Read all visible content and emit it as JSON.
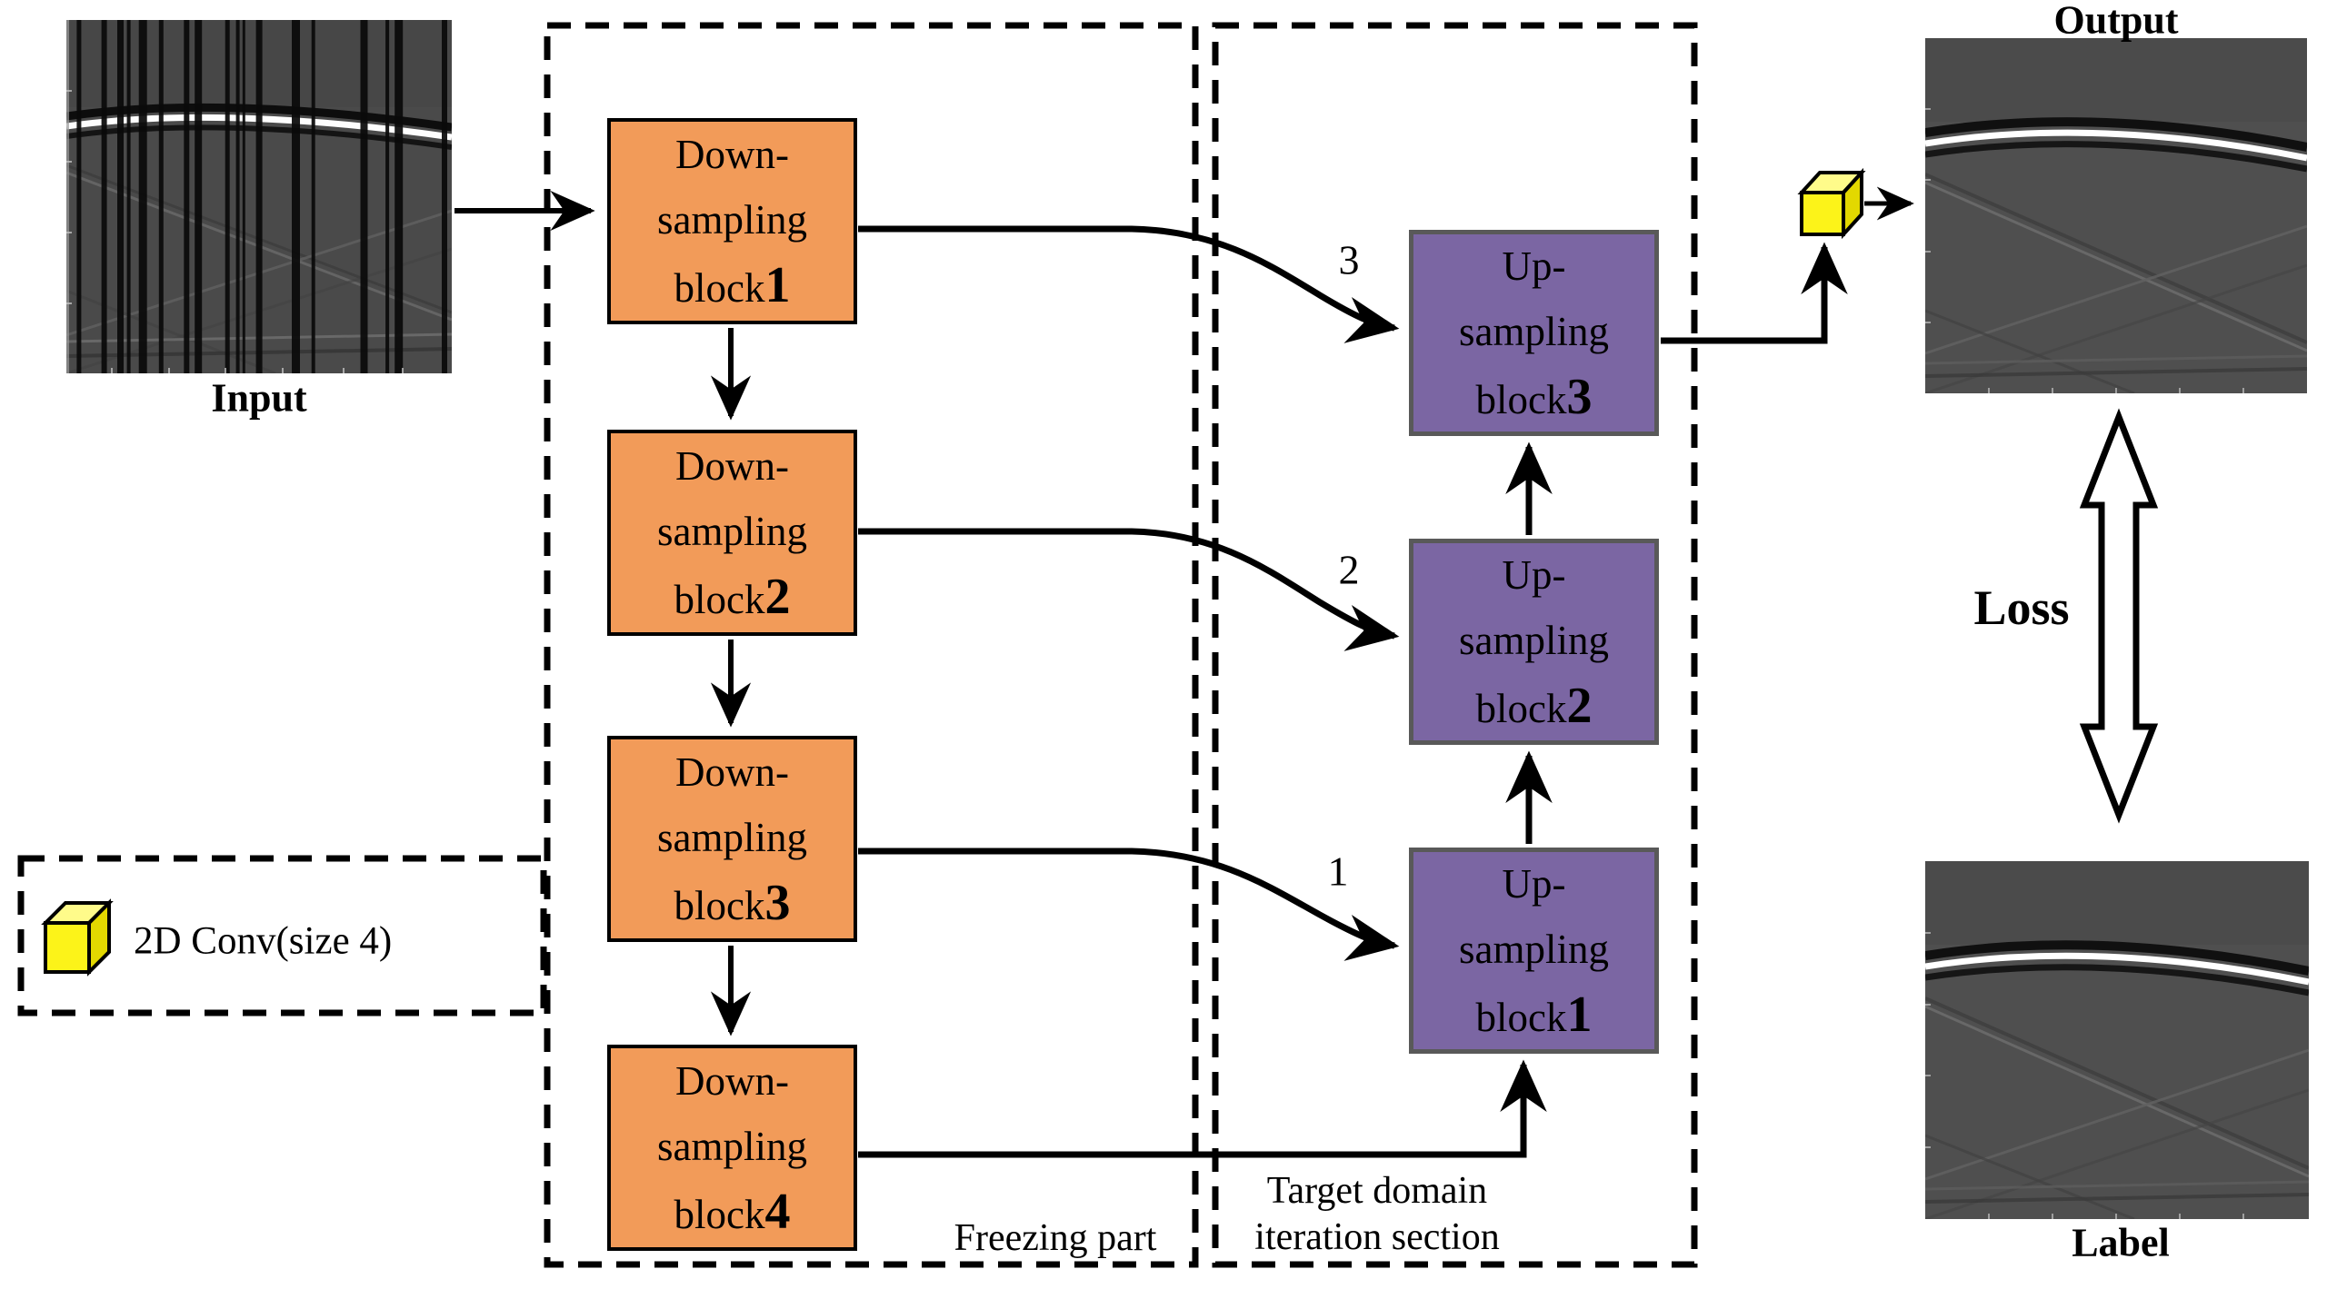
{
  "figure_labels": {
    "input": "Input",
    "output": "Output",
    "label": "Label",
    "loss": "Loss"
  },
  "legend": {
    "conv_label": "2D Conv(size 4)"
  },
  "regions": {
    "freezing": "Freezing part",
    "target_line1": "Target domain",
    "target_line2": "iteration section"
  },
  "down_blocks": {
    "items": [
      {
        "l1": "Down-",
        "l2": "sampling",
        "l3": "block",
        "num": "1"
      },
      {
        "l1": "Down-",
        "l2": "sampling",
        "l3": "block",
        "num": "2"
      },
      {
        "l1": "Down-",
        "l2": "sampling",
        "l3": "block",
        "num": "3"
      },
      {
        "l1": "Down-",
        "l2": "sampling",
        "l3": "block",
        "num": "4"
      }
    ]
  },
  "up_blocks": {
    "items": [
      {
        "l1": "Up-",
        "l2": "sampling",
        "l3": "block",
        "num": "3"
      },
      {
        "l1": "Up-",
        "l2": "sampling",
        "l3": "block",
        "num": "2"
      },
      {
        "l1": "Up-",
        "l2": "sampling",
        "l3": "block",
        "num": "1"
      }
    ]
  },
  "skip_labels": {
    "s3": "3",
    "s2": "2",
    "s1": "1"
  },
  "colors": {
    "down_block_fill": "#F29B59",
    "down_block_border": "#000000",
    "up_block_fill": "#7B66A3",
    "up_block_border": "#595959",
    "cube_front": "#FCF319",
    "cube_top": "#FFFB8A",
    "cube_side": "#E3D800",
    "seismic_bg": "#4E4E4E",
    "arrow": "#000000"
  },
  "input_figure": {
    "stripes": [
      {
        "x": 0.027,
        "w": 5
      },
      {
        "x": 0.091,
        "w": 6
      },
      {
        "x": 0.132,
        "w": 7
      },
      {
        "x": 0.157,
        "w": 4
      },
      {
        "x": 0.188,
        "w": 9
      },
      {
        "x": 0.24,
        "w": 5
      },
      {
        "x": 0.305,
        "w": 6
      },
      {
        "x": 0.333,
        "w": 8
      },
      {
        "x": 0.412,
        "w": 5
      },
      {
        "x": 0.44,
        "w": 4
      },
      {
        "x": 0.457,
        "w": 3
      },
      {
        "x": 0.492,
        "w": 7
      },
      {
        "x": 0.585,
        "w": 9
      },
      {
        "x": 0.636,
        "w": 4
      },
      {
        "x": 0.763,
        "w": 8
      },
      {
        "x": 0.828,
        "w": 4
      },
      {
        "x": 0.852,
        "w": 9
      },
      {
        "x": 0.974,
        "w": 6
      }
    ]
  }
}
